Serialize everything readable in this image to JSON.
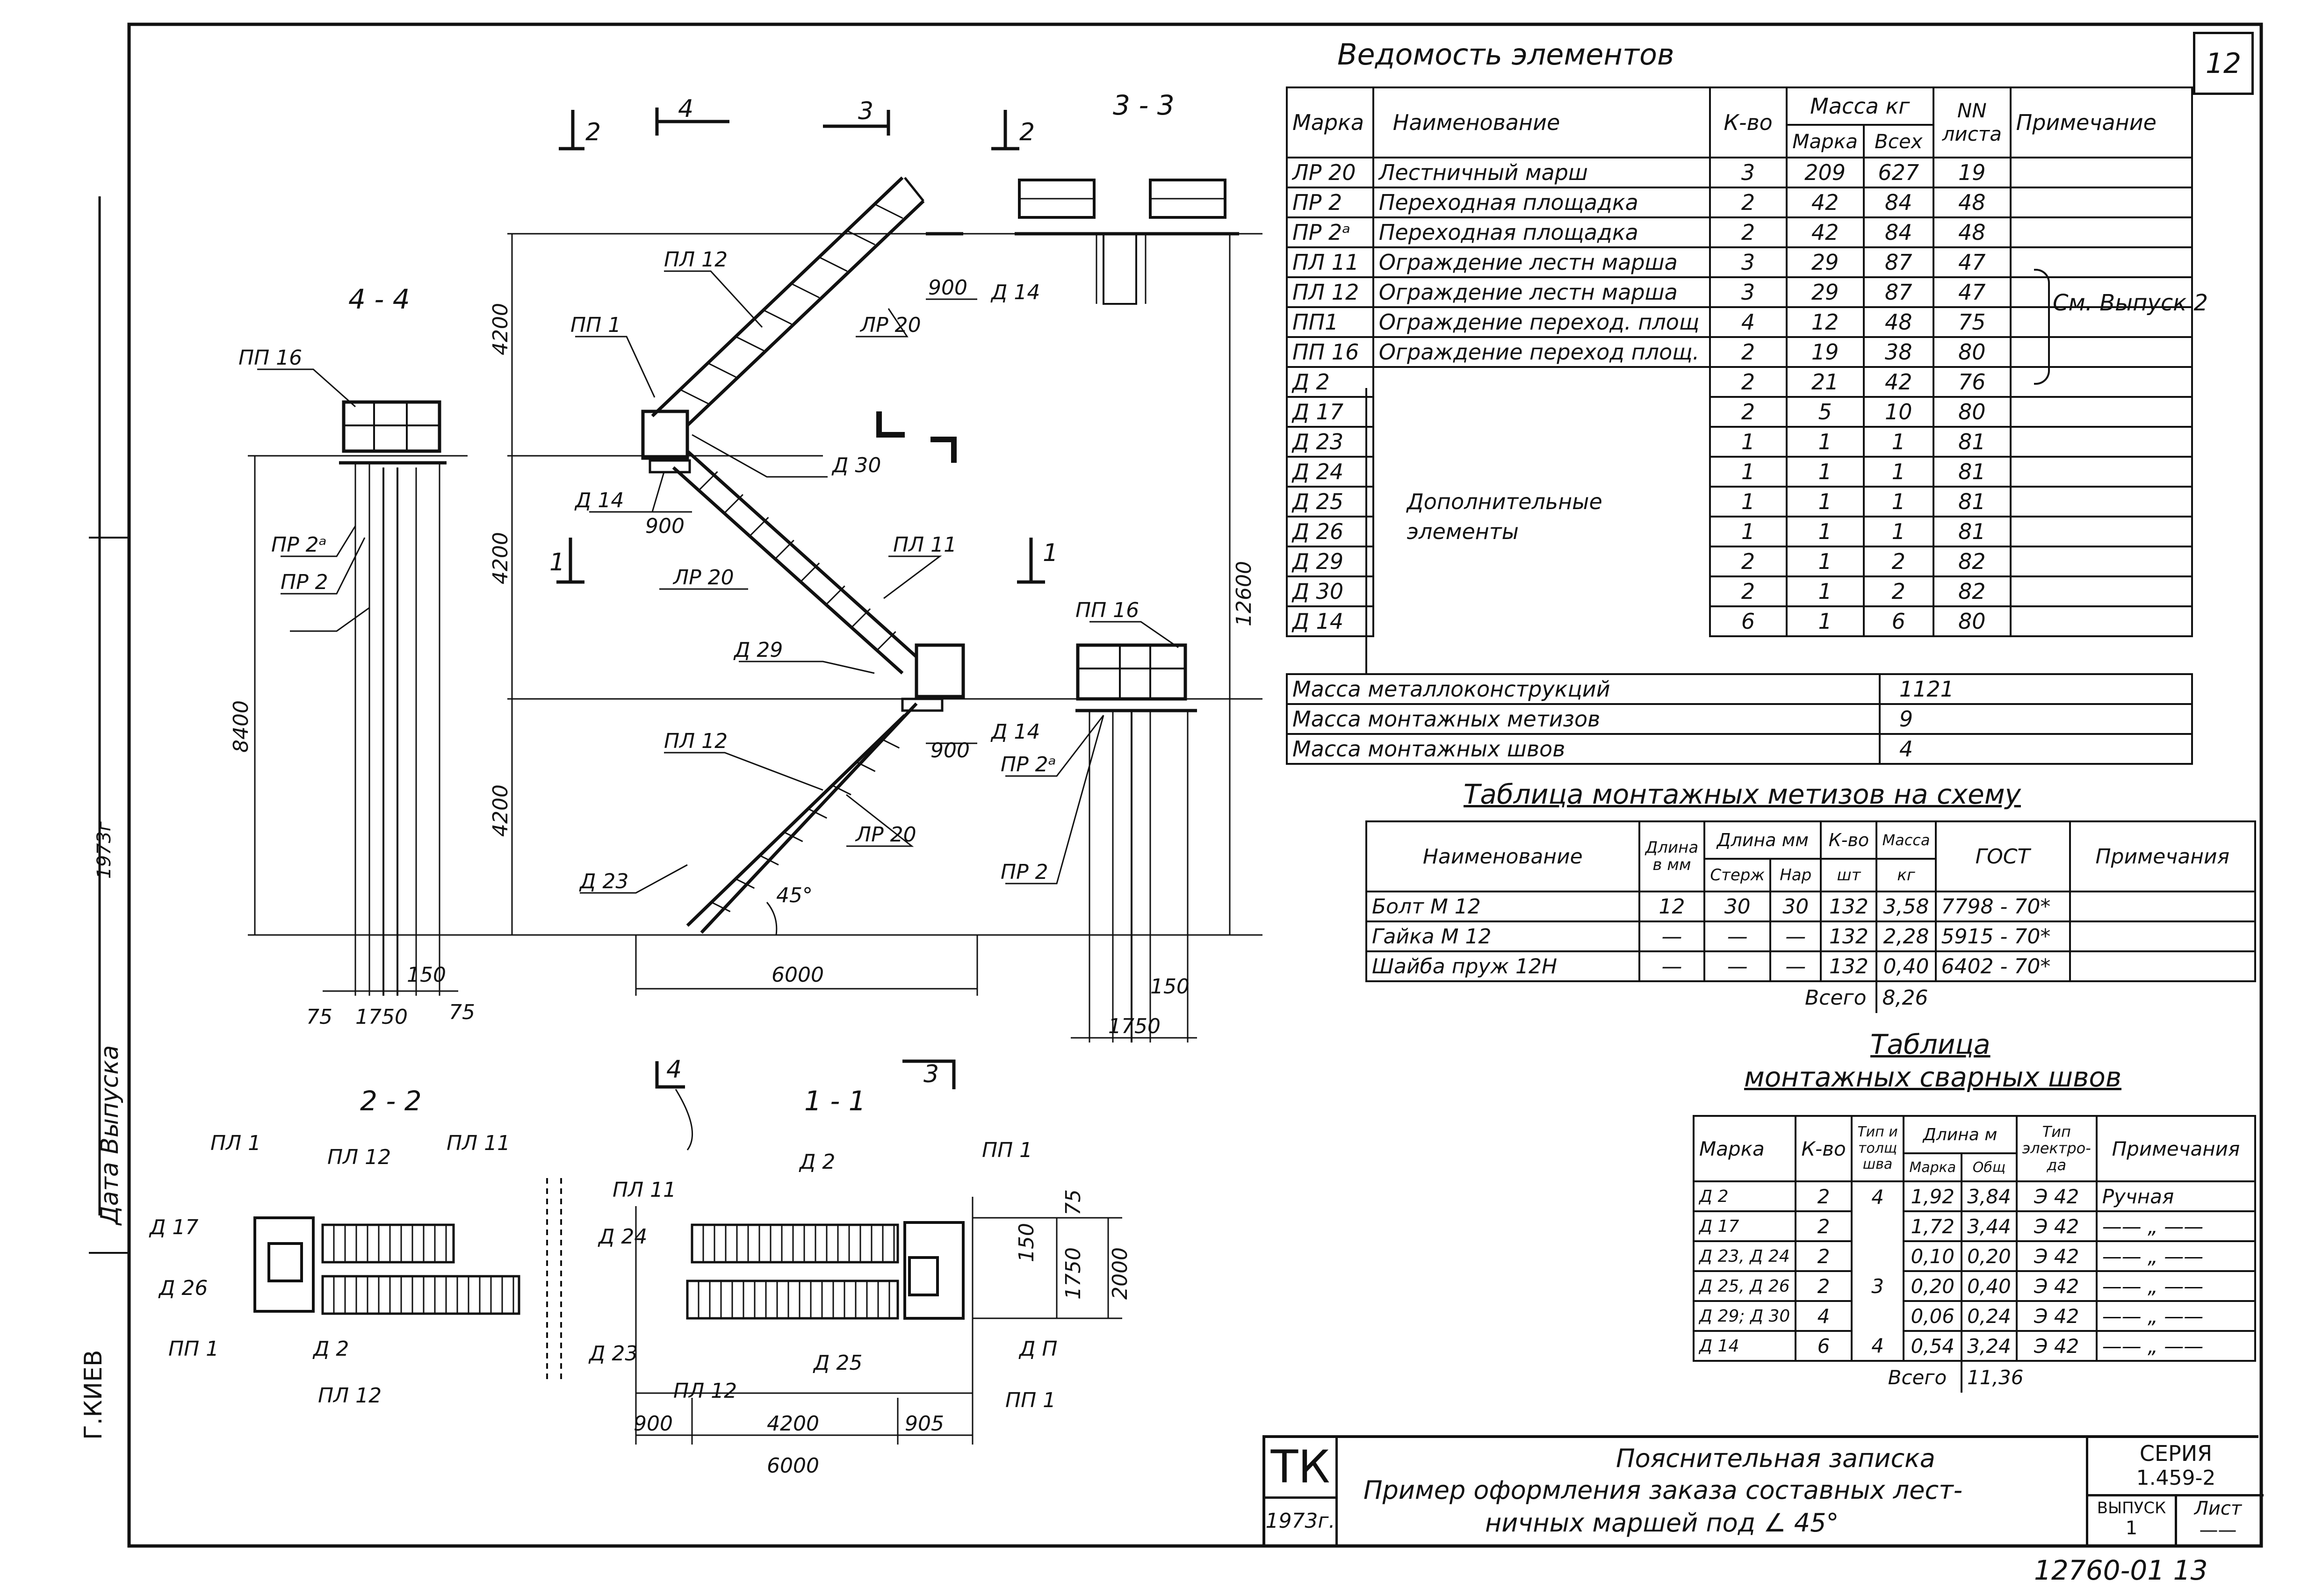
{
  "sheet": {
    "number": "12",
    "stamp_code": "12760-01 13",
    "side_labels": {
      "city": "Г.КИЕВ",
      "date_issue": "Дата  Выпуска",
      "year": "1973г"
    }
  },
  "elements_table": {
    "title": "Ведомость   элементов",
    "headers": {
      "mark": "Марка",
      "name": "Наименование",
      "qty": "К-во",
      "mass": "Масса  кг",
      "mass_mark": "Марка",
      "mass_all": "Всех",
      "sheet_no": "NN листа",
      "note": "Примечание"
    },
    "rows": [
      {
        "mark": "ЛР 20",
        "name": "Лестничный   марш",
        "qty": "3",
        "m1": "209",
        "m2": "627",
        "sheet": "19"
      },
      {
        "mark": "ПР 2",
        "name": "Переходная  площадка",
        "qty": "2",
        "m1": "42",
        "m2": "84",
        "sheet": "48"
      },
      {
        "mark": "ПР 2ᵃ",
        "name": "Переходная  площадка",
        "qty": "2",
        "m1": "42",
        "m2": "84",
        "sheet": "48"
      },
      {
        "mark": "ПЛ 11",
        "name": "Ограждение лестн марша",
        "qty": "3",
        "m1": "29",
        "m2": "87",
        "sheet": "47"
      },
      {
        "mark": "ПЛ 12",
        "name": "Ограждение лестн марша",
        "qty": "3",
        "m1": "29",
        "m2": "87",
        "sheet": "47"
      },
      {
        "mark": "ПП1",
        "name": "Ограждение переход. площ",
        "qty": "4",
        "m1": "12",
        "m2": "48",
        "sheet": "75"
      },
      {
        "mark": "ПП 16",
        "name": "Ограждение переход площ.",
        "qty": "2",
        "m1": "19",
        "m2": "38",
        "sheet": "80"
      },
      {
        "mark": "Д 2",
        "name": "",
        "qty": "2",
        "m1": "21",
        "m2": "42",
        "sheet": "76"
      },
      {
        "mark": "Д 17",
        "name": "",
        "qty": "2",
        "m1": "5",
        "m2": "10",
        "sheet": "80"
      },
      {
        "mark": "Д 23",
        "name": "",
        "qty": "1",
        "m1": "1",
        "m2": "1",
        "sheet": "81"
      },
      {
        "mark": "Д 24",
        "name": "",
        "qty": "1",
        "m1": "1",
        "m2": "1",
        "sheet": "81"
      },
      {
        "mark": "Д 25",
        "name": "Дополнительные",
        "qty": "1",
        "m1": "1",
        "m2": "1",
        "sheet": "81"
      },
      {
        "mark": "Д 26",
        "name": "элементы",
        "qty": "1",
        "m1": "1",
        "m2": "1",
        "sheet": "81"
      },
      {
        "mark": "Д 29",
        "name": "",
        "qty": "2",
        "m1": "1",
        "m2": "2",
        "sheet": "82"
      },
      {
        "mark": "Д 30",
        "name": "",
        "qty": "2",
        "m1": "1",
        "m2": "2",
        "sheet": "82"
      },
      {
        "mark": "Д 14",
        "name": "",
        "qty": "6",
        "m1": "1",
        "m2": "6",
        "sheet": "80"
      }
    ],
    "note_group": "См. Выпуск 2",
    "totals": [
      {
        "label": "Масса  металлоконструкций",
        "value": "1121"
      },
      {
        "label": "Масса  монтажных   метизов",
        "value": "9"
      },
      {
        "label": "Масса  монтажных    швов",
        "value": "4"
      }
    ]
  },
  "fasteners_table": {
    "title": "Таблица    монтажных   метизов  на схему",
    "headers": {
      "name": "Наименование",
      "len_b": "Длина в мм",
      "len_group": "Длина мм",
      "rod": "Стерж",
      "thr": "Нар",
      "qty": "К-во",
      "qty_unit": "шт",
      "mass": "Масса",
      "mass_unit": "кг",
      "gost": "ГОСТ",
      "note": "Примечания"
    },
    "rows": [
      {
        "name": "Болт    М 12",
        "b": "12",
        "rod": "30",
        "thr": "30",
        "qty": "132",
        "mass": "3,58",
        "gost": "7798 - 70*"
      },
      {
        "name": "Гайка   М 12",
        "b": "—",
        "rod": "—",
        "thr": "—",
        "qty": "132",
        "mass": "2,28",
        "gost": "5915 - 70*"
      },
      {
        "name": "Шайба  пруж  12Н",
        "b": "—",
        "rod": "—",
        "thr": "—",
        "qty": "132",
        "mass": "0,40",
        "gost": "6402 - 70*"
      }
    ],
    "total_label": "Всего",
    "total_value": "8,26"
  },
  "welds_table": {
    "title_1": "Таблица",
    "title_2": "монтажных   сварных   швов",
    "headers": {
      "mark": "Марка",
      "qty": "К-во",
      "type": "Тип и толщ шва",
      "len": "Длина м",
      "len_mark": "Марка",
      "len_total": "Общ",
      "electrode": "Тип электро- да",
      "note": "Примечания"
    },
    "rows": [
      {
        "mark": "Д 2",
        "qty": "2",
        "type": "4",
        "lm": "1,92",
        "lt": "3,84",
        "el": "Э 42",
        "note": "Ручная"
      },
      {
        "mark": "Д 17",
        "qty": "2",
        "type": "",
        "lm": "1,72",
        "lt": "3,44",
        "el": "Э 42",
        "note": "—— „ ——"
      },
      {
        "mark": "Д 23, Д 24",
        "qty": "2",
        "type": "",
        "lm": "0,10",
        "lt": "0,20",
        "el": "Э 42",
        "note": "—— „ ——"
      },
      {
        "mark": "Д 25, Д 26",
        "qty": "2",
        "type": "3",
        "lm": "0,20",
        "lt": "0,40",
        "el": "Э 42",
        "note": "—— „ ——"
      },
      {
        "mark": "Д 29; Д 30",
        "qty": "4",
        "type": "",
        "lm": "0,06",
        "lt": "0,24",
        "el": "Э 42",
        "note": "—— „ ——"
      },
      {
        "mark": "Д 14",
        "qty": "6",
        "type": "4",
        "lm": "0,54",
        "lt": "3,24",
        "el": "Э 42",
        "note": "—— „ ——"
      }
    ],
    "total_label": "Всего",
    "total_value": "11,36"
  },
  "title_block": {
    "logo": "ТК",
    "year": "1973г.",
    "line1": "Пояснительная  записка",
    "line2": "Пример   оформления  заказа   составных  лест-",
    "line3": "ничных   маршей   под  ∠ 45°",
    "series_label": "СЕРИЯ",
    "series_value": "1.459-2",
    "issue_label": "ВЫПУСК",
    "issue_value": "1",
    "sheet_label": "Лист",
    "sheet_value": "——"
  },
  "drawing": {
    "section_44": "4 - 4",
    "section_33": "3 - 3",
    "section_22": "2 - 2",
    "section_11": "1 - 1",
    "marks": [
      "2",
      "4",
      "3",
      "2",
      "1",
      "1",
      "4",
      "3"
    ],
    "labels": {
      "pl12_a": "ПЛ 12",
      "pl1_a": "ПП 1",
      "lr20_a": "ЛР 20",
      "d14_a": "Д 14",
      "d30": "Д 30",
      "pl11": "ПЛ 11",
      "lr20_b": "ЛР 20",
      "d29": "Д 29",
      "d14_b": "Д 14",
      "pl12_b": "ПЛ 12",
      "lr20_c": "ЛР 20",
      "pr2a_b": "ПР 2ᵃ",
      "pr2_b": "ПР 2",
      "d23": "Д 23",
      "deg": "45°",
      "pp16_a": "ПП 16",
      "pr2a": "ПР 2ᵃ",
      "pr2": "ПР 2",
      "pp16_b": "ПП 16",
      "d14_top": "Д 14",
      "pl1_s": "ПЛ 1",
      "pl12_s": "ПЛ 12",
      "pl11_s": "ПЛ 11",
      "d17": "Д 17",
      "d26": "Д 26",
      "pp1_s": "ПП 1",
      "d2_s": "Д 2",
      "pl12_s2": "ПЛ 12",
      "pl11_t": "ПЛ 11",
      "d2_t": "Д 2",
      "pp1_t": "ПП 1",
      "d24": "Д 24",
      "d25": "Д 25",
      "d23_t": "Д 23",
      "pl12_t": "ПЛ 12",
      "dp": "Д П",
      "pp1_t2": "ПП 1"
    },
    "dims": {
      "h1": "4200",
      "h2": "4200",
      "h3": "4200",
      "total": "12600",
      "h8400": "8400",
      "w6000": "6000",
      "d900_a": "900",
      "d900_b": "900",
      "d900_c": "900",
      "w1750": "1750",
      "d150": "150",
      "d75a": "75",
      "d75b": "75",
      "w1750b": "1750",
      "d150b": "150",
      "b900": "900",
      "b4200": "4200",
      "b905": "905",
      "b6000": "6000",
      "r75": "75",
      "r150": "150",
      "r1750": "1750",
      "r2000": "2000"
    }
  }
}
